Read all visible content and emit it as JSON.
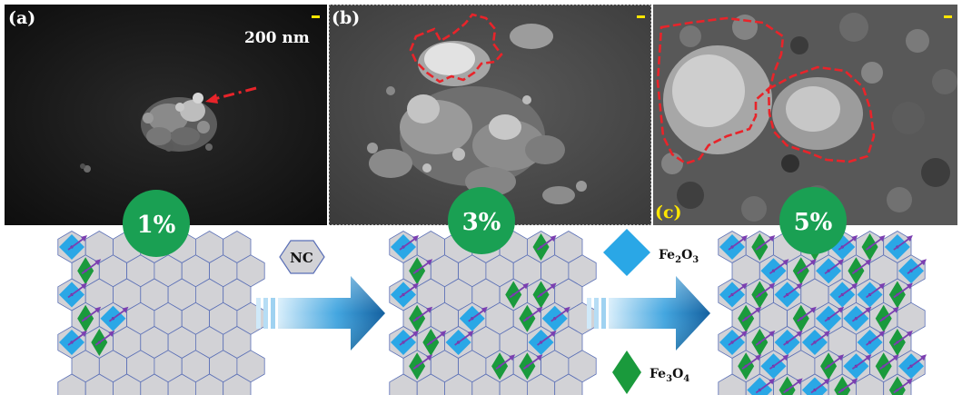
{
  "panels": [
    {
      "id": "a",
      "label": "(a)",
      "scale_text": "200 nm"
    },
    {
      "id": "b",
      "label": "(b)"
    },
    {
      "id": "c",
      "label": "(c)"
    }
  ],
  "badges": [
    "1%",
    "3%",
    "5%"
  ],
  "nc_label": "NC",
  "legend": {
    "fe2o3": {
      "main": "Fe",
      "sub1": "2",
      "mid": "O",
      "sub2": "3",
      "color": "#2aa7e6"
    },
    "fe3o4": {
      "main": "Fe",
      "sub1": "3",
      "mid": "O",
      "sub2": "4",
      "color": "#1a9a3c"
    }
  },
  "colors": {
    "badge": "#1aa053",
    "hex_fill": "#d2d2d6",
    "hex_stroke": "#5a6fb6",
    "outline": "#e8242a",
    "arrow_line": "#7b3fb0",
    "flow_arrow": "#1e7fc4"
  }
}
